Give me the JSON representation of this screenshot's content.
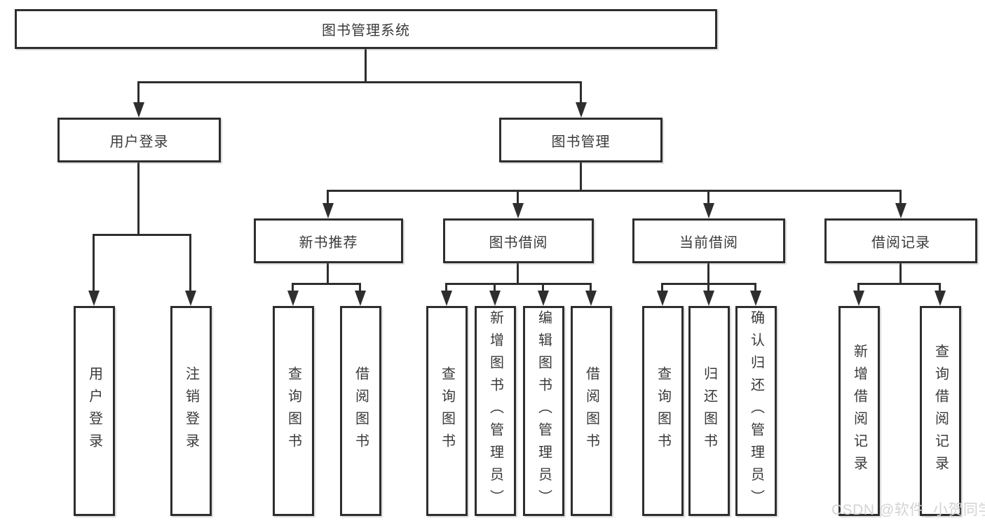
{
  "diagram": {
    "type": "tree",
    "title": "图书管理系统",
    "level2": [
      {
        "label": "用户登录",
        "parent": "图书管理系统"
      },
      {
        "label": "图书管理",
        "parent": "图书管理系统"
      }
    ],
    "level3": [
      {
        "label": "新书推荐",
        "parent": "图书管理"
      },
      {
        "label": "图书借阅",
        "parent": "图书管理"
      },
      {
        "label": "当前借阅",
        "parent": "图书管理"
      },
      {
        "label": "借阅记录",
        "parent": "图书管理"
      }
    ],
    "leaves": [
      {
        "label": "用户登录",
        "parent": "用户登录"
      },
      {
        "label": "注销登录",
        "parent": "用户登录"
      },
      {
        "label": "查询图书",
        "parent": "新书推荐"
      },
      {
        "label": "借阅图书",
        "parent": "新书推荐"
      },
      {
        "label": "查询图书",
        "parent": "图书借阅"
      },
      {
        "label": "新增图书（管理员）",
        "parent": "图书借阅"
      },
      {
        "label": "编辑图书（管理员）",
        "parent": "图书借阅"
      },
      {
        "label": "借阅图书",
        "parent": "图书借阅"
      },
      {
        "label": "查询图书",
        "parent": "当前借阅"
      },
      {
        "label": "归还图书",
        "parent": "当前借阅"
      },
      {
        "label": "确认归还（管理员）",
        "parent": "当前借阅"
      },
      {
        "label": "新增借阅记录",
        "parent": "借阅记录"
      },
      {
        "label": "查询借阅记录",
        "parent": "借阅记录"
      }
    ],
    "colors": {
      "line": "#2e2e2e",
      "box_border": "#2e2e2e",
      "text": "#3a3a3a",
      "background": "#ffffff",
      "watermark": "#d1d1d1"
    }
  },
  "watermark": {
    "text": "CSDN @软件_小贺同学"
  }
}
